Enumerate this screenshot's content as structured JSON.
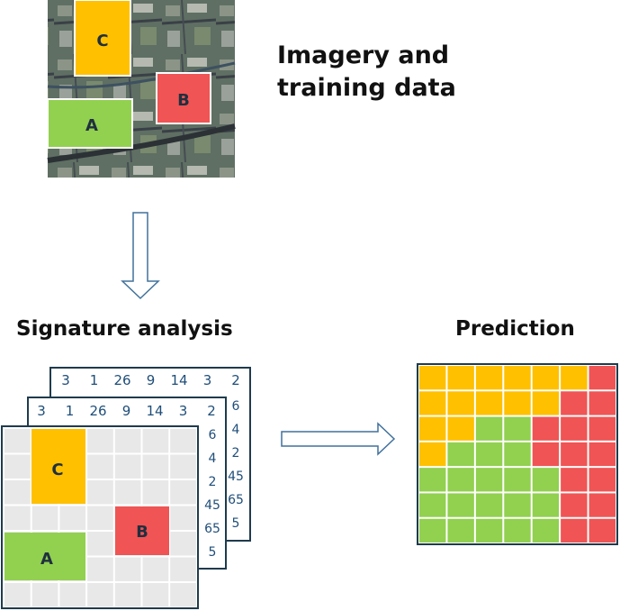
{
  "title": "Imagery and training data",
  "title_lines": [
    "Imagery and",
    "training data"
  ],
  "signature_heading": "Signature analysis",
  "prediction_heading": "Prediction",
  "training_labels": {
    "a": "A",
    "b": "B",
    "c": "C"
  },
  "colors": {
    "a": "#92d050",
    "b": "#f05454",
    "c": "#ffc000",
    "sheet_border": "#1f3b4d",
    "cell": "#e8e8e8",
    "number": "#1f4e79",
    "arrow": "#41719c"
  },
  "signature_numbers": {
    "top_row": [
      "3",
      "1",
      "26",
      "9",
      "14",
      "3",
      "2"
    ],
    "side_column": [
      "6",
      "4",
      "2",
      "45",
      "65",
      "5"
    ]
  },
  "prediction_grid": [
    [
      "c",
      "c",
      "c",
      "c",
      "c",
      "c",
      "b"
    ],
    [
      "c",
      "c",
      "c",
      "c",
      "c",
      "b",
      "b"
    ],
    [
      "c",
      "c",
      "a",
      "a",
      "b",
      "b",
      "b"
    ],
    [
      "c",
      "a",
      "a",
      "a",
      "b",
      "b",
      "b"
    ],
    [
      "a",
      "a",
      "a",
      "a",
      "a",
      "b",
      "b"
    ],
    [
      "a",
      "a",
      "a",
      "a",
      "a",
      "b",
      "b"
    ],
    [
      "a",
      "a",
      "a",
      "a",
      "a",
      "b",
      "b"
    ]
  ]
}
